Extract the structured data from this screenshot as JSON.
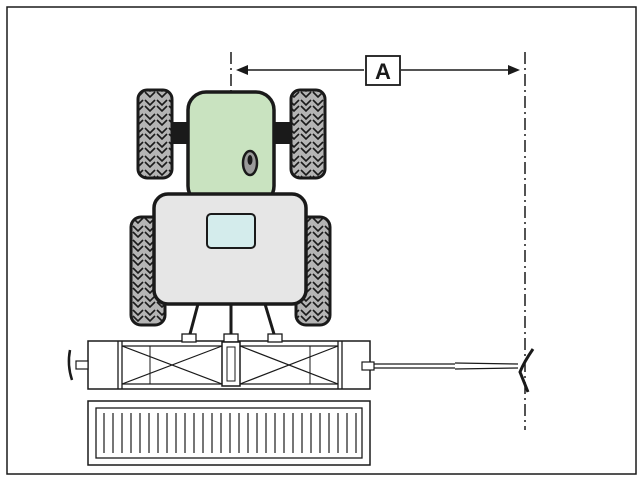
{
  "figure": {
    "dimension_label": "A",
    "colors": {
      "cab": "#c9e3c0",
      "body": "#e6e6e6",
      "tire": "#b4b4b4",
      "window": "#d4ecec",
      "stroke": "#1a1a1a"
    },
    "icons": [
      "tractor-top-view",
      "marker-arm-disc",
      "implement-frame",
      "tine-rake"
    ]
  }
}
